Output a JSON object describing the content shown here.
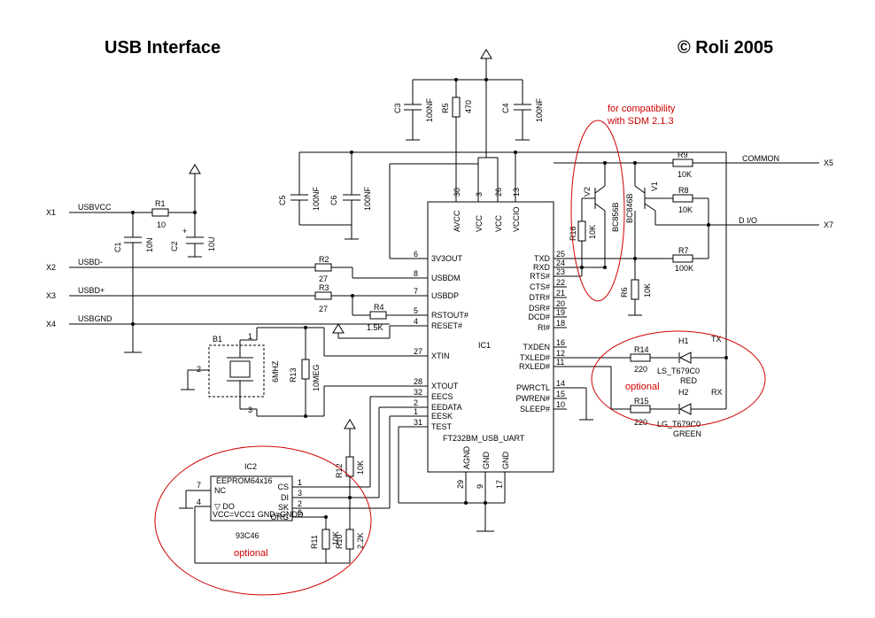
{
  "title": "USB Interface",
  "copyright": "© Roli 2005",
  "connectors": {
    "x1": "X1",
    "x1_net": "USBVCC",
    "x2": "X2",
    "x2_net": "USBD-",
    "x3": "X3",
    "x3_net": "USBD+",
    "x4": "X4",
    "x4_net": "USBGND",
    "x5": "X5",
    "x5_net": "COMMON",
    "x7": "X7",
    "x7_net": "D I/O"
  },
  "parts": {
    "r1": "R1",
    "r1_v": "10",
    "c1": "C1",
    "c1_v": "10N",
    "c2": "C2",
    "c2_v": "10U",
    "c2_plus": "+",
    "r2": "R2",
    "r2_v": "27",
    "r3": "R3",
    "r3_v": "27",
    "r4": "R4",
    "r4_v": "1.5K",
    "r13": "R13",
    "r13_v": "10MEG",
    "b1": "B1",
    "b1_v": "6MHZ",
    "c3": "C3",
    "c3_v": "100NF",
    "r5": "R5",
    "r5_v": "470",
    "c4": "C4",
    "c4_v": "100NF",
    "c5": "C5",
    "c5_v": "100NF",
    "c6": "C6",
    "c6_v": "100NF",
    "r16": "R16",
    "r16_v": "10K",
    "v2": "V2",
    "v2_v": "BC856B",
    "v1": "V1",
    "v1_v": "BC846B",
    "r9": "R9",
    "r9_v": "10K",
    "r8": "R8",
    "r8_v": "10K",
    "r7": "R7",
    "r7_v": "100K",
    "r6": "R6",
    "r6_v": "10K",
    "r14": "R14",
    "r14_v": "220",
    "r15": "R15",
    "r15_v": "220",
    "h1": "H1",
    "h1_v": "LS_T679C0",
    "h1_c": "RED",
    "h1_sig": "TX",
    "h2": "H2",
    "h2_v": "LG_T679C0",
    "h2_c": "GREEN",
    "h2_sig": "RX",
    "r12": "R12",
    "r12_v": "10K",
    "r11": "R11",
    "r11_v": "10K",
    "r10": "R10",
    "r10_v": "2.2K",
    "ic2": "IC2",
    "ic2_type": "EEPROM64x16",
    "ic2_part": "93C46",
    "ic2_pwr": "VCC=VCC1 GND=GNDD",
    "ic1": "IC1",
    "ic1_part": "FT232BM_USB_UART"
  },
  "annotations": {
    "compat_1": "for compatibility",
    "compat_2": "with SDM 2.1.3",
    "optional_led": "optional",
    "optional_eeprom": "optional"
  },
  "ic1_left_pins": [
    {
      "num": "6",
      "name": "3V3OUT"
    },
    {
      "num": "8",
      "name": "USBDM"
    },
    {
      "num": "7",
      "name": "USBDP"
    },
    {
      "num": "5",
      "name": "RSTOUT#"
    },
    {
      "num": "4",
      "name": "RESET#"
    },
    {
      "num": "27",
      "name": "XTIN"
    },
    {
      "num": "28",
      "name": "XTOUT"
    },
    {
      "num": "32",
      "name": "EECS"
    },
    {
      "num": "2",
      "name": "EEDATA"
    },
    {
      "num": "1",
      "name": "EESK"
    },
    {
      "num": "31",
      "name": "TEST"
    }
  ],
  "ic1_right_pins": [
    {
      "num": "25",
      "name": "TXD"
    },
    {
      "num": "24",
      "name": "RXD"
    },
    {
      "num": "23",
      "name": "RTS#"
    },
    {
      "num": "22",
      "name": "CTS#"
    },
    {
      "num": "21",
      "name": "DTR#"
    },
    {
      "num": "20",
      "name": "DSR#"
    },
    {
      "num": "19",
      "name": "DCD#"
    },
    {
      "num": "18",
      "name": "RI#"
    },
    {
      "num": "16",
      "name": "TXDEN"
    },
    {
      "num": "12",
      "name": "TXLED#"
    },
    {
      "num": "11",
      "name": "RXLED#"
    },
    {
      "num": "14",
      "name": "PWRCTL"
    },
    {
      "num": "15",
      "name": "PWREN#"
    },
    {
      "num": "10",
      "name": "SLEEP#"
    }
  ],
  "ic1_top_pins": [
    {
      "num": "30",
      "name": "AVCC"
    },
    {
      "num": "3",
      "name": "VCC"
    },
    {
      "num": "26",
      "name": "VCC"
    },
    {
      "num": "13",
      "name": "VCCIO"
    }
  ],
  "ic1_bottom_pins": [
    {
      "num": "29",
      "name": "AGND"
    },
    {
      "num": "9",
      "name": "GND"
    },
    {
      "num": "17",
      "name": "GND"
    }
  ],
  "ic2_pins": [
    {
      "num": "7",
      "name": "NC"
    },
    {
      "num": "4",
      "name": "DO"
    },
    {
      "num": "1",
      "name": "CS"
    },
    {
      "num": "3",
      "name": "DI"
    },
    {
      "num": "2",
      "name": "SK"
    },
    {
      "num": "6",
      "name": "ORG"
    }
  ],
  "crystal_pins": {
    "p1": "1",
    "p2": "2",
    "p3": "3"
  }
}
